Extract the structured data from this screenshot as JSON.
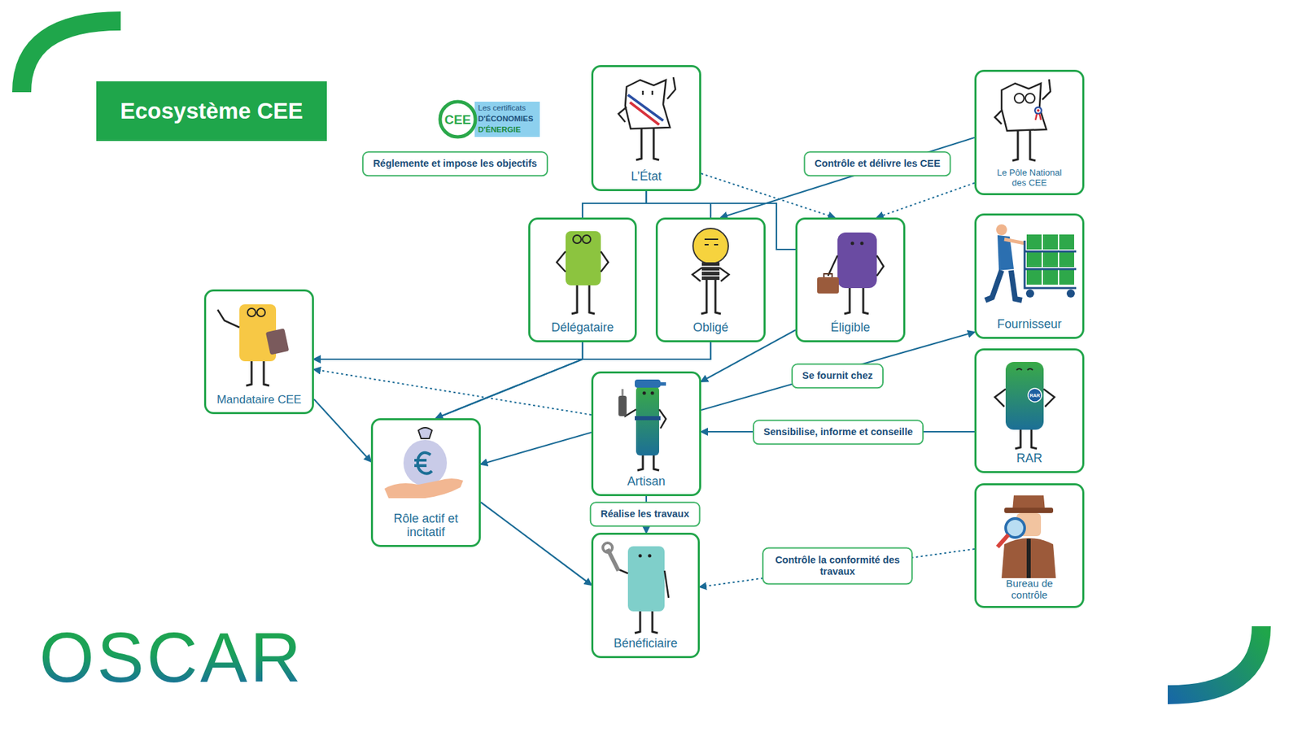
{
  "diagram": {
    "title": "Ecosystème CEE",
    "nodes": [
      {
        "text": [
          "L’État"
        ]
      },
      {
        "text": [
          "Le Pôle National des CEE"
        ]
      },
      {
        "text": [
          "Délégataire"
        ]
      },
      {
        "text": [
          "Obligé"
        ]
      },
      {
        "text": [
          "Éligible"
        ]
      },
      {
        "text": [
          "Fournisseur"
        ]
      },
      {
        "text": [
          "Mandataire CEE"
        ]
      },
      {
        "text": [
          "Artisan"
        ]
      },
      {
        "text": [
          "RAR"
        ]
      },
      {
        "text": [
          "Rôle actif et incitatif"
        ]
      },
      {
        "text": [
          "Bénéficiaire"
        ]
      },
      {
        "text": [
          "Bureau de contrôle"
        ]
      }
    ],
    "edges": [
      {
        "from": 0,
        "to": 2,
        "arrow": "none"
      },
      {
        "from": 0,
        "to": 3,
        "arrow": "none"
      },
      {
        "from": 0,
        "to": 4,
        "arrow": "none"
      },
      {
        "from": 0,
        "to": 4,
        "arrow": "to"
      },
      {
        "from": 1,
        "to": 3,
        "arrow": "to",
        "label": "Contrôle et délivre les CEE"
      },
      {
        "from": 1,
        "to": 4,
        "arrow": "to"
      },
      {
        "from": 2,
        "to": 6,
        "arrow": "to"
      },
      {
        "from": 3,
        "to": 6,
        "arrow": "to"
      },
      {
        "from": 2,
        "to": 9,
        "arrow": "to"
      },
      {
        "from": 3,
        "to": 9,
        "arrow": "to"
      },
      {
        "from": 4,
        "to": 7,
        "arrow": "to"
      },
      {
        "from": 7,
        "to": 6,
        "arrow": "to"
      },
      {
        "from": 7,
        "to": 9,
        "arrow": "to"
      },
      {
        "from": 6,
        "to": 9,
        "arrow": "to"
      },
      {
        "from": 9,
        "to": 10,
        "arrow": "to"
      },
      {
        "from": 7,
        "to": 10,
        "arrow": "to",
        "label": "Réalise les travaux"
      },
      {
        "from": 7,
        "to": 5,
        "arrow": "to",
        "label": "Se fournit chez"
      },
      {
        "from": 8,
        "to": 7,
        "arrow": "to",
        "label": "Sensibilise, informe et conseille"
      },
      {
        "from": 11,
        "to": 10,
        "arrow": "to",
        "label": "Contrôle la conformité des travaux"
      }
    ],
    "labels": [
      "Réglemente et impose les objectifs",
      "CEE",
      "Les certificats",
      "D'ÉCONOMIES",
      "D'ÉNERGIE",
      "RAR",
      "OSCAR"
    ]
  }
}
